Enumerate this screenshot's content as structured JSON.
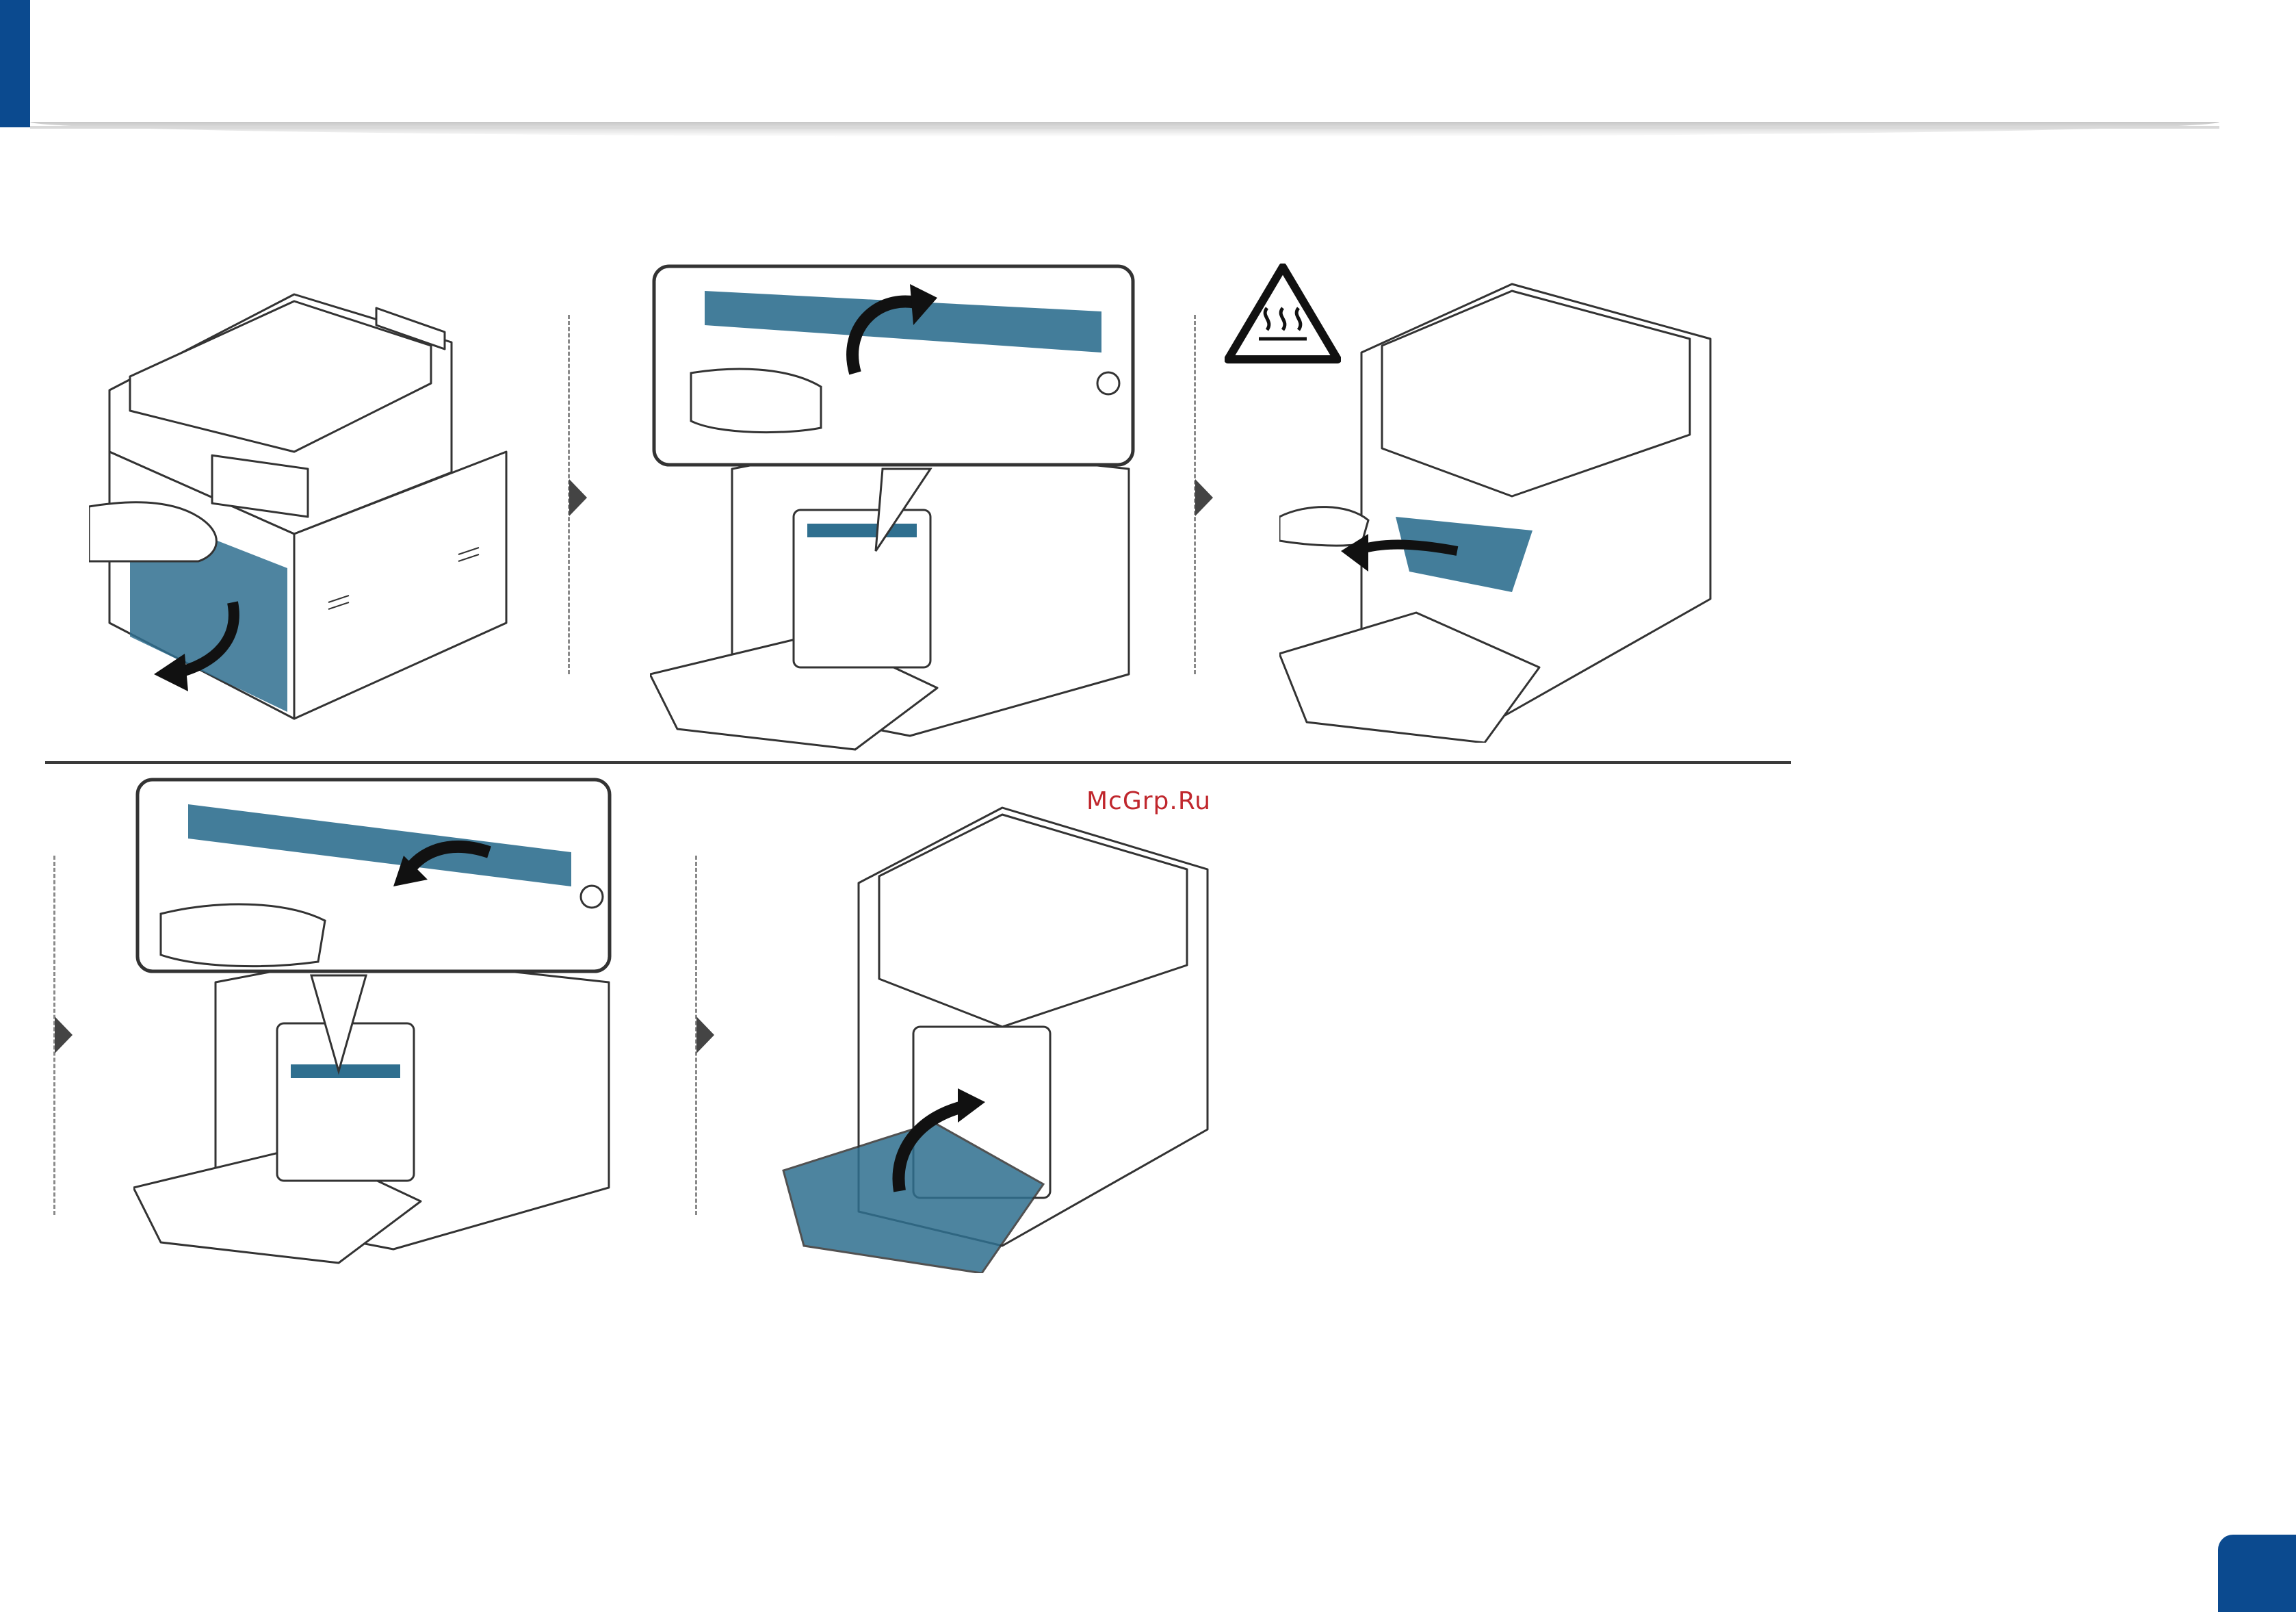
{
  "watermark": {
    "text": "McGrp.Ru",
    "color": "#c0272d"
  },
  "colors": {
    "brand_blue": "#0b4a8f",
    "highlight": "#2f6f8f",
    "line": "#3a3a3a"
  },
  "warning_sign": {
    "icon": "hot-surface-warning-icon"
  },
  "steps": [
    {
      "id": 1,
      "illustration": "open-side-cover"
    },
    {
      "id": 2,
      "illustration": "lift-fuser-lever"
    },
    {
      "id": 3,
      "illustration": "remove-jammed-paper"
    },
    {
      "id": 4,
      "illustration": "lower-fuser-lever"
    },
    {
      "id": 5,
      "illustration": "close-rear-cover"
    }
  ]
}
